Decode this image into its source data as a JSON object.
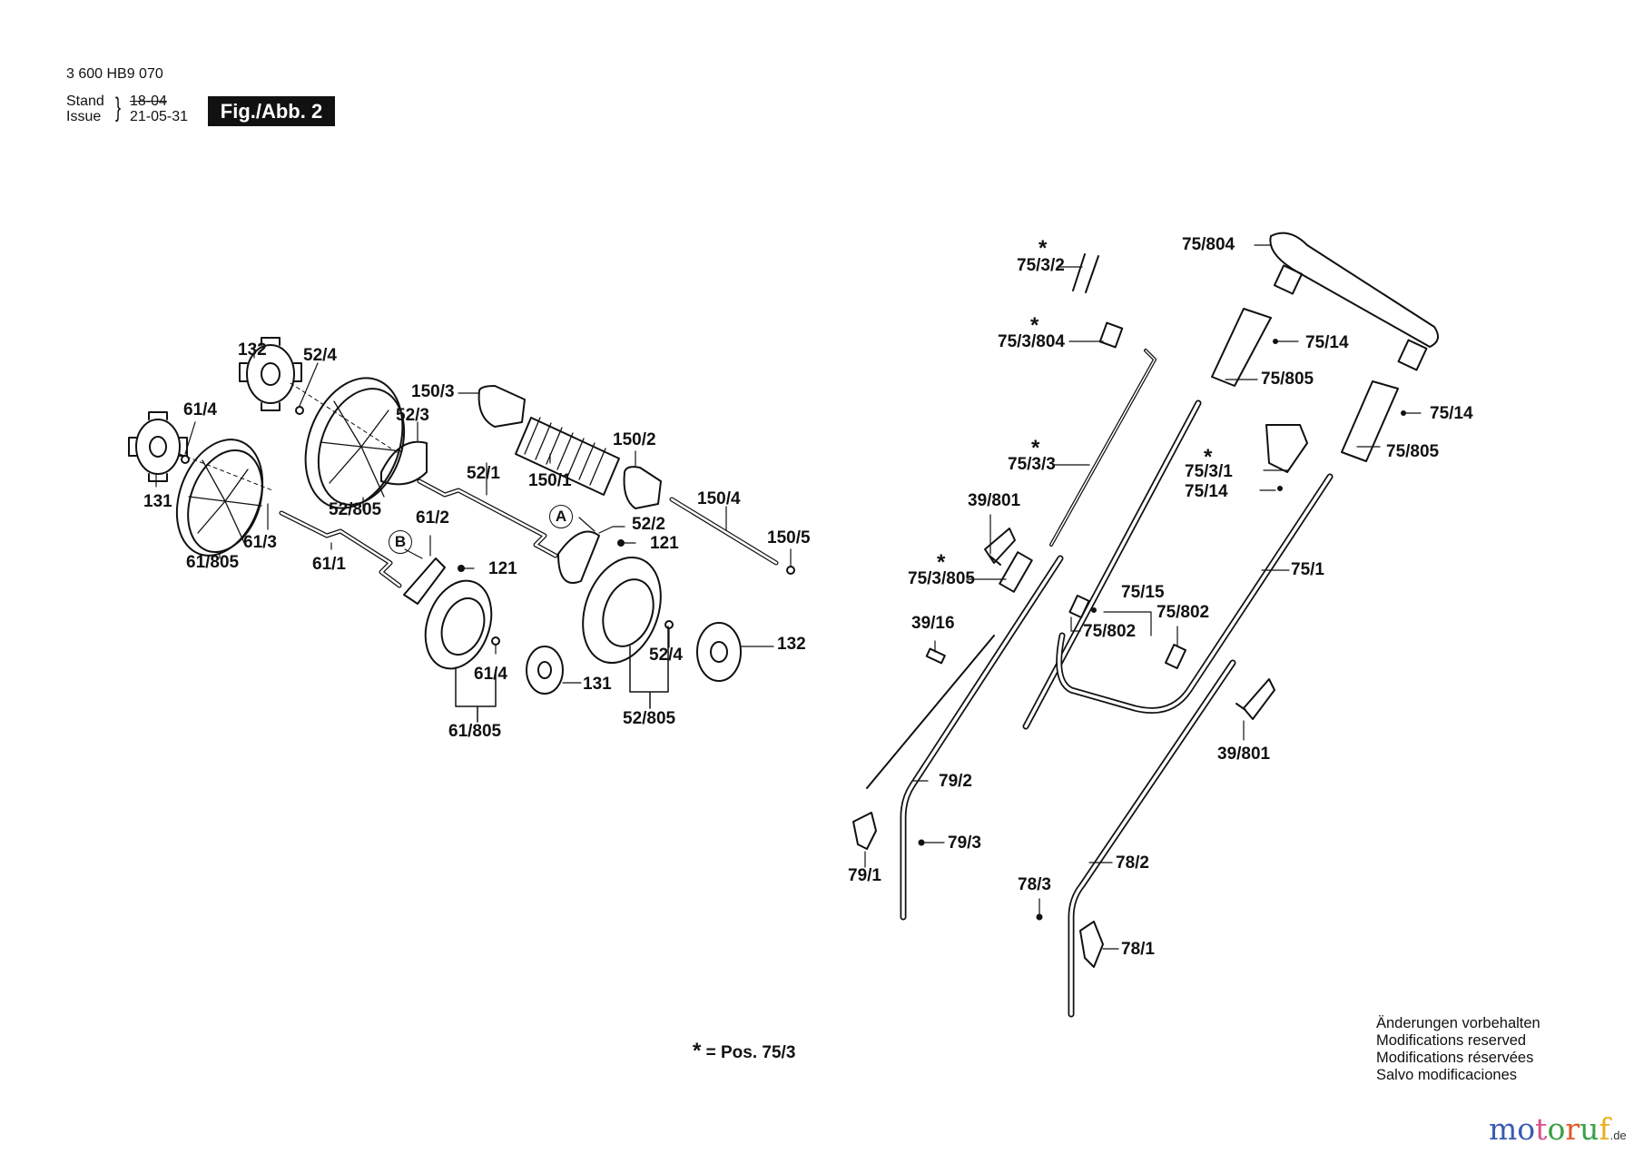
{
  "header": {
    "part_number": "3 600 HB9 070",
    "stand_label": "Stand",
    "issue_label": "Issue",
    "old_date": "18-04",
    "issue_date": "21-05-31",
    "figure_label": "Fig./Abb. 2"
  },
  "callouts": {
    "circle_a": "A",
    "circle_b": "B"
  },
  "labels": {
    "l132a": "132",
    "l52_4a": "52/4",
    "l61_4a": "61/4",
    "l131a": "131",
    "l52_805a": "52/805",
    "l61_805a": "61/805",
    "l61_3": "61/3",
    "l61_1": "61/1",
    "l150_3": "150/3",
    "l52_3": "52/3",
    "l52_1": "52/1",
    "l150_1": "150/1",
    "l150_2": "150/2",
    "l150_4": "150/4",
    "l150_5": "150/5",
    "l52_2": "52/2",
    "l121a": "121",
    "l61_2": "61/2",
    "l121b": "121",
    "l132b": "132",
    "l52_4b": "52/4",
    "l61_4b": "61/4",
    "l131b": "131",
    "l61_805b": "61/805",
    "l52_805b": "52/805",
    "l75_3_2": "75/3/2",
    "l75_3_804": "75/3/804",
    "l75_804": "75/804",
    "l75_14a": "75/14",
    "l75_805a": "75/805",
    "l75_14b": "75/14",
    "l75_805b": "75/805",
    "l75_3_3": "75/3/3",
    "l75_3_1": "75/3/1",
    "l75_14c": "75/14",
    "l39_801a": "39/801",
    "l75_3_805": "75/3/805",
    "l75_1": "75/1",
    "l75_15": "75/15",
    "l75_802a": "75/802",
    "l75_802b": "75/802",
    "l39_16": "39/16",
    "l39_801b": "39/801",
    "l79_2": "79/2",
    "l79_3": "79/3",
    "l79_1": "79/1",
    "l78_3": "78/3",
    "l78_2": "78/2",
    "l78_1": "78/1"
  },
  "star_symbol": "*",
  "legend": {
    "star": "*",
    "text": "= Pos.  75/3"
  },
  "notice": [
    "Änderungen vorbehalten",
    "Modifications reserved",
    "Modifications réservées",
    "Salvo modificaciones"
  ],
  "logo": {
    "letters": [
      "m",
      "o",
      "t",
      "o",
      "r",
      "u",
      "f"
    ],
    "colors": [
      "#3a5bb0",
      "#3a5bb0",
      "#d94f8a",
      "#3aa048",
      "#e05a2a",
      "#3aa048",
      "#e8b020"
    ],
    "suffix": ".de"
  }
}
